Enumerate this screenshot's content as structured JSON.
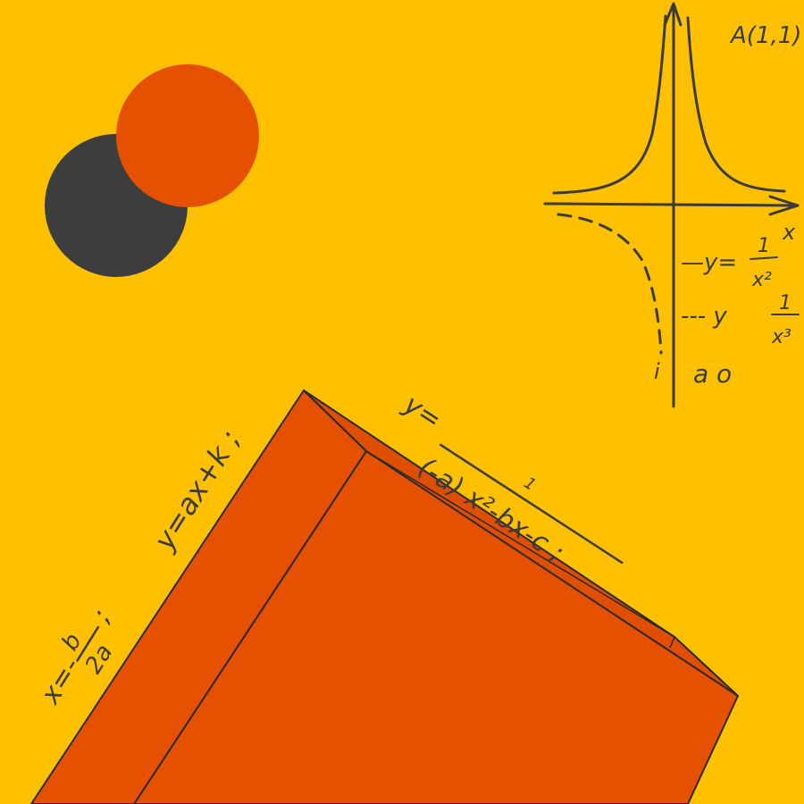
{
  "colors": {
    "background": "#FFC000",
    "orange": "#E65100",
    "dark": "#3D3D3D",
    "ink": "#3B3B3B"
  },
  "graph": {
    "point_label": "A(1,1)",
    "axis_label_x": "x",
    "legend_solid_prefix": "—y=",
    "legend_solid_num": "1",
    "legend_solid_den": "x²",
    "legend_dashed_prefix": "--- y",
    "legend_dashed_num": "1",
    "legend_dashed_den": "x³",
    "bottom_left": "i",
    "bottom_labels": "a  o"
  },
  "formulas": {
    "y_prefix": "y=",
    "numerator": "1",
    "denominator": "(-a) x²-bx-c ;",
    "linear": "y=ax+k ;",
    "vertex_lhs": "x=-",
    "vertex_num": "b",
    "vertex_den": "2a",
    "vertex_tail": ";"
  }
}
